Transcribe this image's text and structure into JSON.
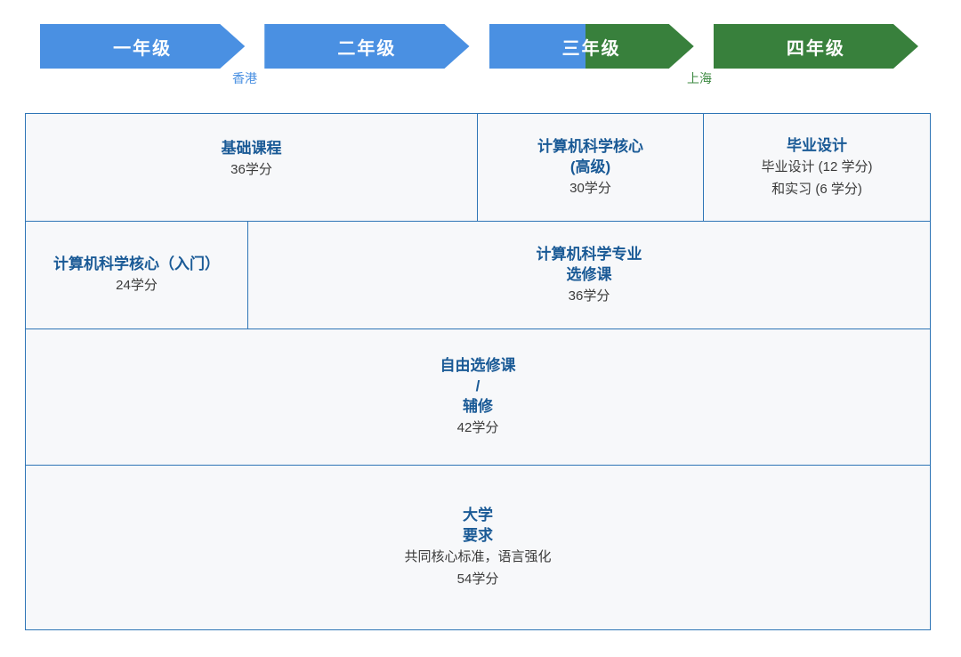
{
  "timeline": {
    "years": [
      {
        "label": "一年级",
        "color": "blue"
      },
      {
        "label": "二年级",
        "color": "blue"
      },
      {
        "label": "三年级",
        "color": "blue-green-split"
      },
      {
        "label": "四年级",
        "color": "green"
      }
    ],
    "locations": [
      {
        "label": "香港"
      },
      {
        "label": "上海"
      }
    ]
  },
  "colors": {
    "arrow_blue": "#4A90E2",
    "arrow_green": "#38803C",
    "table_border": "#2E75B6",
    "heading_text": "#1A5A96",
    "body_text": "#3B3B3B",
    "cell_background": "#F7F8FA"
  },
  "table": {
    "rows": [
      {
        "cells": [
          {
            "title_lines": [
              "基础课程"
            ],
            "detail_lines": [
              "36学分"
            ]
          },
          {
            "title_lines": [
              "计算机科学核心",
              "(高级)"
            ],
            "detail_lines": [
              "30学分"
            ]
          },
          {
            "title_lines": [
              "毕业设计"
            ],
            "detail_lines": [
              "毕业设计 (12 学分)",
              "和实习 (6 学分)"
            ]
          }
        ]
      },
      {
        "cells": [
          {
            "title_lines": [
              "计算机科学核心（入门）"
            ],
            "detail_lines": [
              "24学分"
            ]
          },
          {
            "title_lines": [
              "计算机科学专业",
              "选修课"
            ],
            "detail_lines": [
              "36学分"
            ]
          }
        ]
      },
      {
        "cells": [
          {
            "title_lines": [
              "自由选修课",
              "/",
              "辅修"
            ],
            "detail_lines": [
              "42学分"
            ]
          }
        ]
      },
      {
        "cells": [
          {
            "title_lines": [
              "大学",
              "要求"
            ],
            "detail_lines": [
              "共同核心标准，语言强化",
              "54学分"
            ]
          }
        ]
      }
    ]
  }
}
